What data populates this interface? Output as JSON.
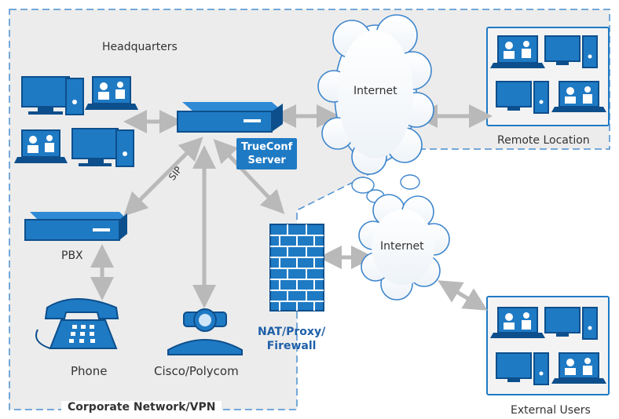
{
  "labels": {
    "headquarters": "Headquarters",
    "internet_top": "Internet",
    "internet_bottom": "Internet",
    "remote_location": "Remote Location",
    "server_line1": "TrueConf",
    "server_line2": "Server",
    "sip": "SIP",
    "pbx": "PBX",
    "nat_line1": "NAT/Proxy/",
    "nat_line2": "Firewall",
    "phone": "Phone",
    "cisco": "Cisco/Polycom",
    "corporate": "Corporate Network/VPN",
    "external_users": "External Users"
  },
  "colors": {
    "blue": "#1f7ac4",
    "dark_blue": "#1e5fa8",
    "zone_fill": "#ececec",
    "arrow": "#b9b9b9",
    "border_dash": "#4a8fd0"
  }
}
